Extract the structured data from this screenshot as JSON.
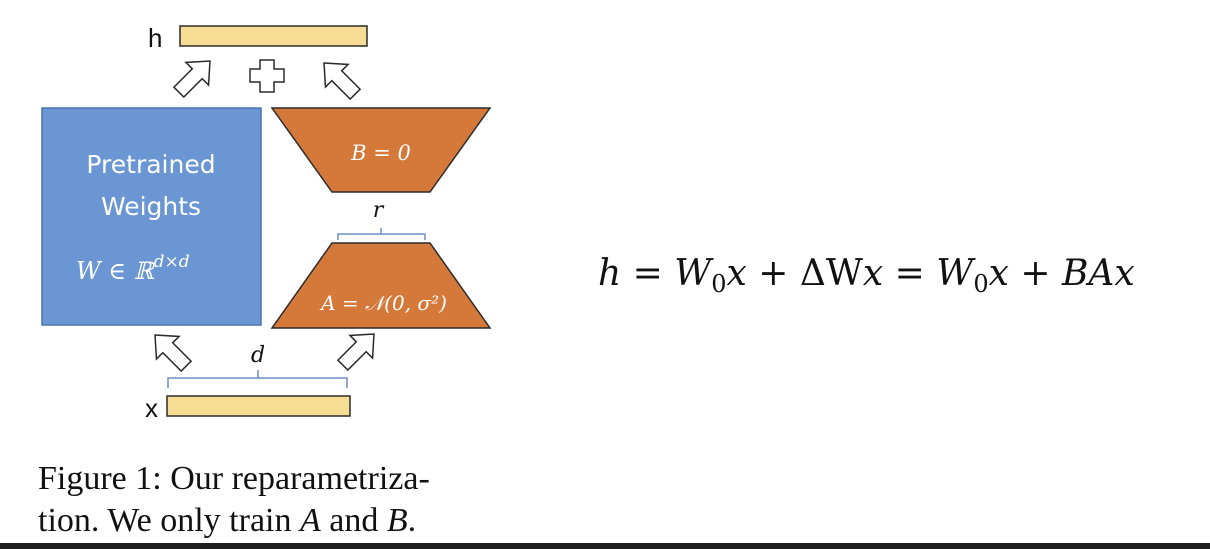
{
  "diagram": {
    "labels": {
      "h": "h",
      "x": "x",
      "pretrained_line1": "Pretrained",
      "pretrained_line2": "Weights",
      "weight_space": "W ∈ ℝ",
      "weight_space_sup": "d×d",
      "b_matrix": "B = 0",
      "a_matrix": "A = 𝒩(0, σ²)",
      "rank": "r",
      "dim": "d",
      "plus": "+"
    },
    "equation": {
      "h": "h",
      "eq1": " = ",
      "w0x_a": "W",
      "sub0_a": "0",
      "x_a": "x",
      "plus1": " + ΔW",
      "x_b": "x",
      "eq2": " = ",
      "w0x_b": "W",
      "sub0_b": "0",
      "x_c": "x",
      "plus2": " + ",
      "bax": "BAx"
    },
    "colors": {
      "pretrained_fill": "#6a96d3",
      "pretrained_stroke": "#4d74ad",
      "lora_fill": "#d5793a",
      "lora_stroke": "#2b2b2b",
      "vector_fill": "#f7dc94",
      "vector_stroke": "#2b2b2b",
      "brace": "#6e8fc4",
      "arrow_stroke": "#2b2b2b"
    }
  },
  "caption": {
    "line1": "Figure 1: Our reparametriza-",
    "line2_a": "tion. We only train ",
    "var_a": "A",
    "line2_b": " and ",
    "var_b": "B",
    "line2_c": "."
  }
}
